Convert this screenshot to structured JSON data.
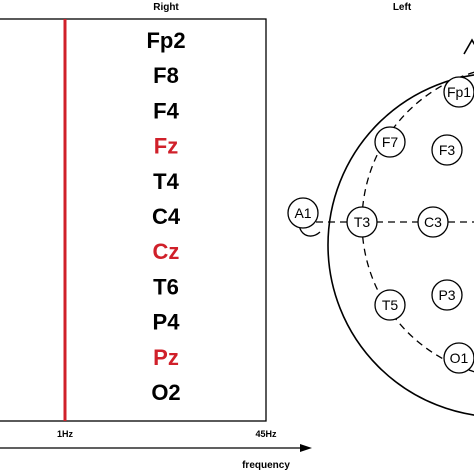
{
  "headers": {
    "right": "Right",
    "left": "Left"
  },
  "channel_list": [
    {
      "label": "Fp2",
      "color": "#000000"
    },
    {
      "label": "F8",
      "color": "#000000"
    },
    {
      "label": "F4",
      "color": "#000000"
    },
    {
      "label": "Fz",
      "color": "#d0202a"
    },
    {
      "label": "T4",
      "color": "#000000"
    },
    {
      "label": "C4",
      "color": "#000000"
    },
    {
      "label": "Cz",
      "color": "#d0202a"
    },
    {
      "label": "T6",
      "color": "#000000"
    },
    {
      "label": "P4",
      "color": "#000000"
    },
    {
      "label": "Pz",
      "color": "#d0202a"
    },
    {
      "label": "O2",
      "color": "#000000"
    }
  ],
  "axis": {
    "tick_1hz": "1Hz",
    "tick_45hz": "45Hz",
    "label": "frequency"
  },
  "montage_nodes": [
    {
      "id": "Fp1"
    },
    {
      "id": "F7"
    },
    {
      "id": "F3"
    },
    {
      "id": "A1"
    },
    {
      "id": "T3"
    },
    {
      "id": "C3"
    },
    {
      "id": "T5"
    },
    {
      "id": "P3"
    },
    {
      "id": "O1"
    }
  ],
  "colors": {
    "marker": "#d0202a",
    "highlight": "#d0202a",
    "ink": "#000000"
  }
}
